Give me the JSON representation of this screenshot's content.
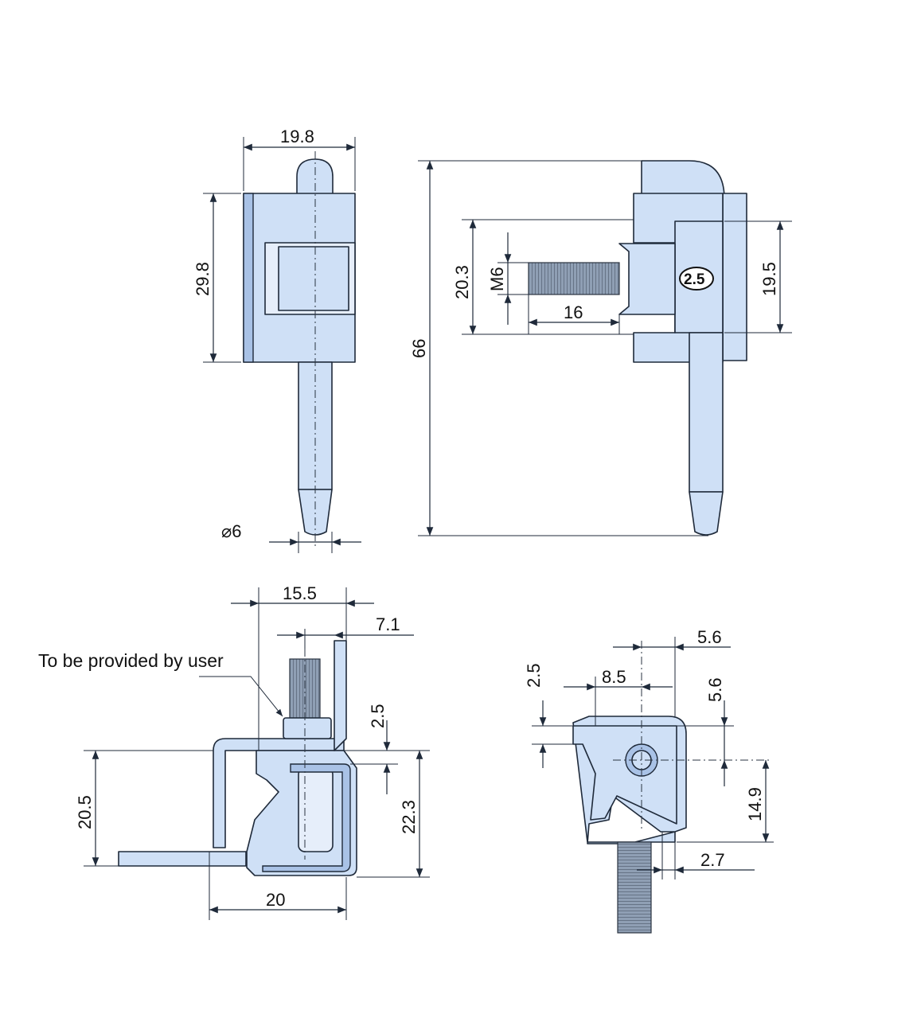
{
  "dimensions": {
    "front_width": "19.8",
    "front_height": "29.8",
    "pin_diameter": "⌀6",
    "overall_height": "66",
    "screw_pitch_height": "20.3",
    "thread_size": "M6",
    "thread_length": "16",
    "badge_value": "2.5",
    "right_height": "19.5",
    "bottom_left_width_top": "15.5",
    "bottom_left_offset": "7.1",
    "bottom_left_gap": "2.5",
    "bottom_left_height_left": "20.5",
    "bottom_left_height_right": "22.3",
    "bottom_left_width_bottom": "20",
    "bottom_right_top_offset": "5.6",
    "bottom_right_top_width": "8.5",
    "bottom_right_left_gap": "2.5",
    "bottom_right_right_offset": "5.6",
    "bottom_right_height": "14.9",
    "bottom_right_bottom_offset": "2.7"
  },
  "annotation": {
    "note": "To be provided by user"
  },
  "colors": {
    "part_fill": "#cfe0f6",
    "part_shade": "#a9c2e6",
    "thread_fill": "#8f9fb4",
    "line": "#1f2a3a"
  }
}
